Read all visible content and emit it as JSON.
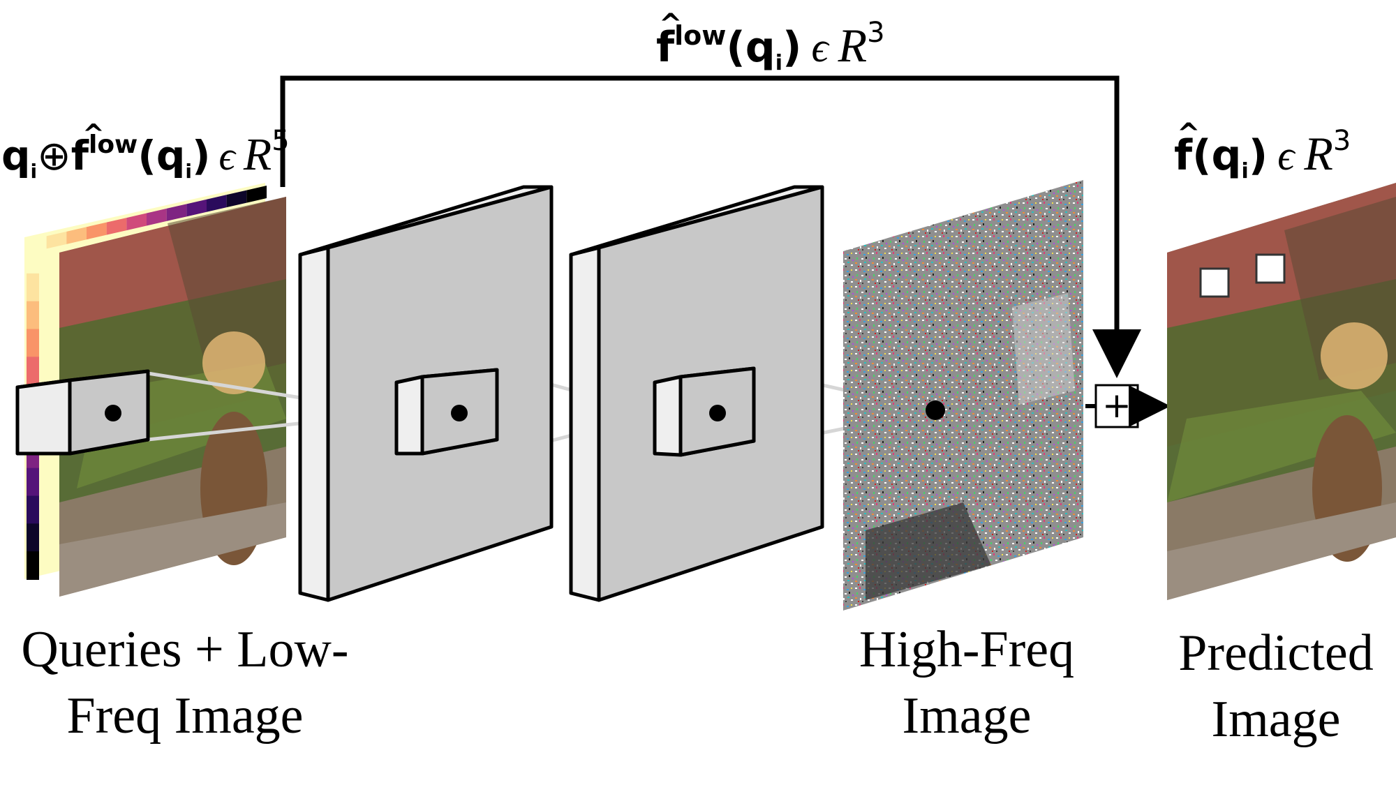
{
  "formulas": {
    "top": {
      "f": "f",
      "hat": "^",
      "sup": "low",
      "open": "(",
      "q": "q",
      "sub": "i",
      "close": ")",
      "in": "ϵ",
      "space": "R",
      "exp": "3"
    },
    "left": {
      "q": "q",
      "qsub": "i",
      "oplus": "⊕",
      "f": "f",
      "hat": "^",
      "sup": "low",
      "open": "(",
      "q2": "q",
      "sub": "i",
      "close": ")",
      "in": "ϵ",
      "space": "R",
      "exp": "5"
    },
    "right": {
      "f": "f",
      "hat": "^",
      "open": "(",
      "q": "q",
      "sub": "i",
      "close": ")",
      "in": "ϵ",
      "space": "R",
      "exp": "3"
    }
  },
  "captions": {
    "input_line1": "Queries + Low-",
    "input_line2": "Freq Image",
    "highfreq_line1": "High-Freq",
    "highfreq_line2": "Image",
    "predicted_line1": "Predicted",
    "predicted_line2": "Image"
  },
  "operators": {
    "sum": "+"
  },
  "colors": {
    "layer_face": "#c8c8c8",
    "layer_side": "#efefef",
    "stroke": "#000000",
    "connector": "#d6d6d6",
    "photo_sky": "#c9b6a0",
    "photo_brick": "#a0564a",
    "photo_foliage": "#4f6a2e",
    "photo_ground": "#8a7a66",
    "photo_vase": "#7a5638",
    "noise_base": "#9a9a9a"
  },
  "colormap": [
    "#fdfcc2",
    "#fde3a0",
    "#fcbd7d",
    "#f99468",
    "#ec6b6b",
    "#d04a7b",
    "#a93585",
    "#7e2482",
    "#551479",
    "#2a0b5c",
    "#0d0629",
    "#000000"
  ]
}
